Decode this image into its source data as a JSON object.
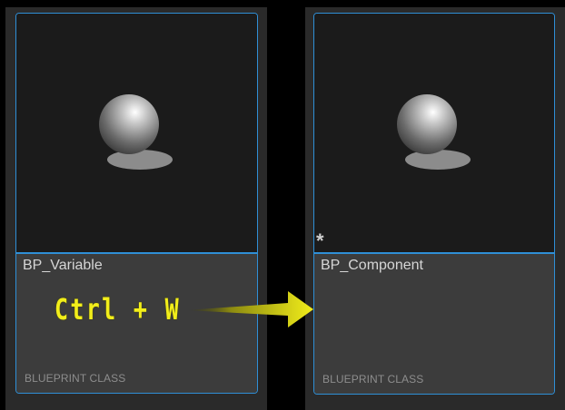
{
  "assets": [
    {
      "name": "BP_Variable",
      "type": "BLUEPRINT CLASS"
    },
    {
      "name": "BP_Component",
      "type": "BLUEPRINT CLASS",
      "modified_marker": "*"
    }
  ],
  "annotation": {
    "shortcut": "Ctrl + W"
  },
  "colors": {
    "selection_border": "#2f8fd6",
    "annotation": "#f2ee1a",
    "tile_info_bg": "#3c3c3c",
    "thumbnail_bg": "#1b1b1b"
  },
  "icons": [
    "blueprint-sphere-icon",
    "arrow-right-icon",
    "modified-asterisk-icon"
  ]
}
